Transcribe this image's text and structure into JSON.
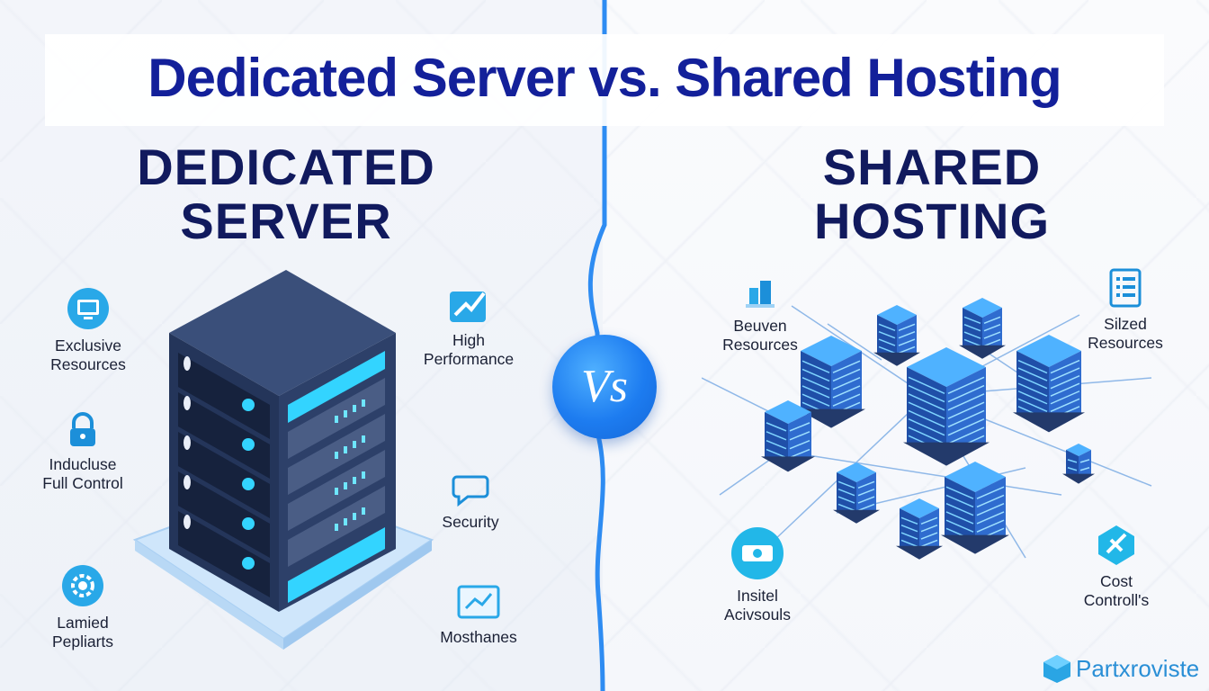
{
  "title": "Dedicated Server vs. Shared Hosting",
  "left": {
    "heading_line1": "DEDICATED",
    "heading_line2": "SERVER",
    "features": [
      {
        "line1": "Exclusive",
        "line2": "Resources",
        "icon": "monitor-icon"
      },
      {
        "line1": "Inducluse",
        "line2": "Full Control",
        "icon": "lock-icon"
      },
      {
        "line1": "Lamied",
        "line2": "Pepliarts",
        "icon": "gear-icon"
      },
      {
        "line1": "High",
        "line2": "Performance",
        "icon": "speed-icon"
      },
      {
        "line1": "Security",
        "line2": "",
        "icon": "chat-icon"
      },
      {
        "line1": "Mosthanes",
        "line2": "",
        "icon": "clipboard-icon"
      }
    ]
  },
  "right": {
    "heading_line1": "SHARED",
    "heading_line2": "HOSTING",
    "features": [
      {
        "line1": "Beuven",
        "line2": "Resources",
        "icon": "buildings-icon"
      },
      {
        "line1": "Silzed",
        "line2": "Resources",
        "icon": "list-icon"
      },
      {
        "line1": "Insitel",
        "line2": "Acivsouls",
        "icon": "cash-icon"
      },
      {
        "line1": "Cost",
        "line2": "Controll's",
        "icon": "tools-icon"
      }
    ]
  },
  "vs_label": "Vs",
  "brand": "Partxroviste",
  "colors": {
    "title": "#13209a",
    "heading": "#111a5e",
    "accent": "#1d7cf0",
    "server_dark": "#1f2d4d",
    "server_led": "#33d4ff"
  }
}
